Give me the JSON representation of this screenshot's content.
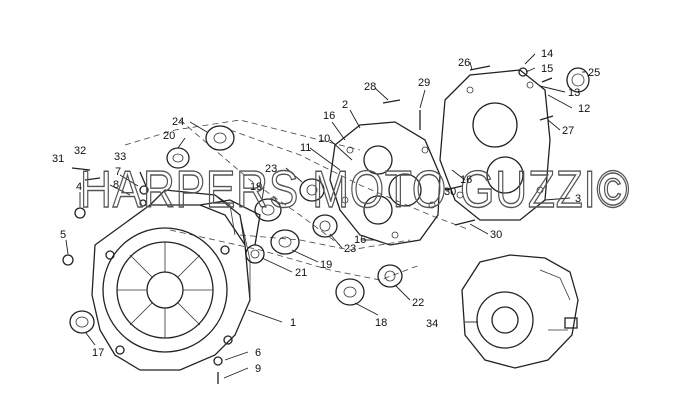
{
  "watermark": "HARPERS MOTO GUZZI©",
  "callouts": [
    {
      "id": "c1",
      "label": "1"
    },
    {
      "id": "c2",
      "label": "2"
    },
    {
      "id": "c3",
      "label": "3"
    },
    {
      "id": "c4",
      "label": "4"
    },
    {
      "id": "c5",
      "label": "5"
    },
    {
      "id": "c6",
      "label": "6"
    },
    {
      "id": "c7",
      "label": "7"
    },
    {
      "id": "c8",
      "label": "8"
    },
    {
      "id": "c9",
      "label": "9"
    },
    {
      "id": "c10",
      "label": "10"
    },
    {
      "id": "c11",
      "label": "11"
    },
    {
      "id": "c12",
      "label": "12"
    },
    {
      "id": "c13",
      "label": "13"
    },
    {
      "id": "c14",
      "label": "14"
    },
    {
      "id": "c15",
      "label": "15"
    },
    {
      "id": "c16a",
      "label": "16"
    },
    {
      "id": "c16b",
      "label": "16"
    },
    {
      "id": "c16c",
      "label": "16"
    },
    {
      "id": "c17",
      "label": "17"
    },
    {
      "id": "c18",
      "label": "18"
    },
    {
      "id": "c19a",
      "label": "19"
    },
    {
      "id": "c19b",
      "label": "19"
    },
    {
      "id": "c20",
      "label": "20"
    },
    {
      "id": "c21",
      "label": "21"
    },
    {
      "id": "c22",
      "label": "22"
    },
    {
      "id": "c23a",
      "label": "23"
    },
    {
      "id": "c23b",
      "label": "23"
    },
    {
      "id": "c24",
      "label": "24"
    },
    {
      "id": "c25",
      "label": "25"
    },
    {
      "id": "c26",
      "label": "26"
    },
    {
      "id": "c27",
      "label": "27"
    },
    {
      "id": "c28",
      "label": "28"
    },
    {
      "id": "c29",
      "label": "29"
    },
    {
      "id": "c30a",
      "label": "30"
    },
    {
      "id": "c30b",
      "label": "30"
    },
    {
      "id": "c31",
      "label": "31"
    },
    {
      "id": "c32",
      "label": "32"
    },
    {
      "id": "c33",
      "label": "33"
    },
    {
      "id": "c34",
      "label": "34"
    }
  ]
}
